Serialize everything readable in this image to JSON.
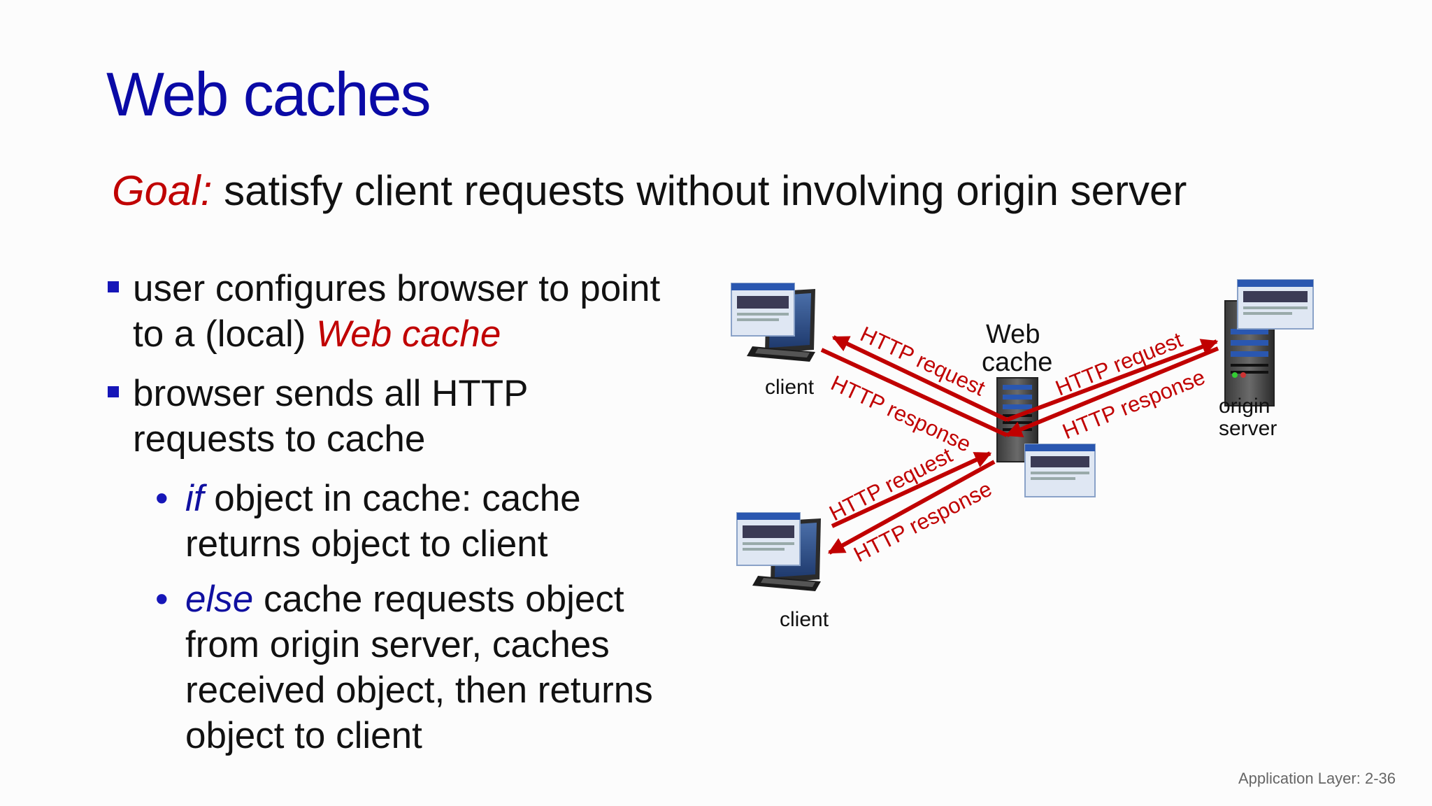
{
  "slide": {
    "title": "Web caches",
    "goal_label": "Goal:",
    "goal_text": " satisfy client requests without involving origin server",
    "bullet1_text": "user configures browser to point to a (local) ",
    "bullet1_emph": "Web cache",
    "bullet2_text": "browser sends all HTTP requests to cache",
    "sub1_emph": "if",
    "sub1_text": " object in cache: cache returns object to client",
    "sub2_emph": "else",
    "sub2_text": " cache requests object from origin server, caches received object, then returns object to client",
    "footer": "Application Layer: 2-36"
  },
  "diagram": {
    "client_top_label": "client",
    "client_bottom_label": "client",
    "cache_label_line1": "Web",
    "cache_label_line2": "cache",
    "origin_label_line1": "origin",
    "origin_label_line2": "server",
    "http_request": "HTTP request",
    "http_response": "HTTP response",
    "arrow_color": "#c00000"
  }
}
